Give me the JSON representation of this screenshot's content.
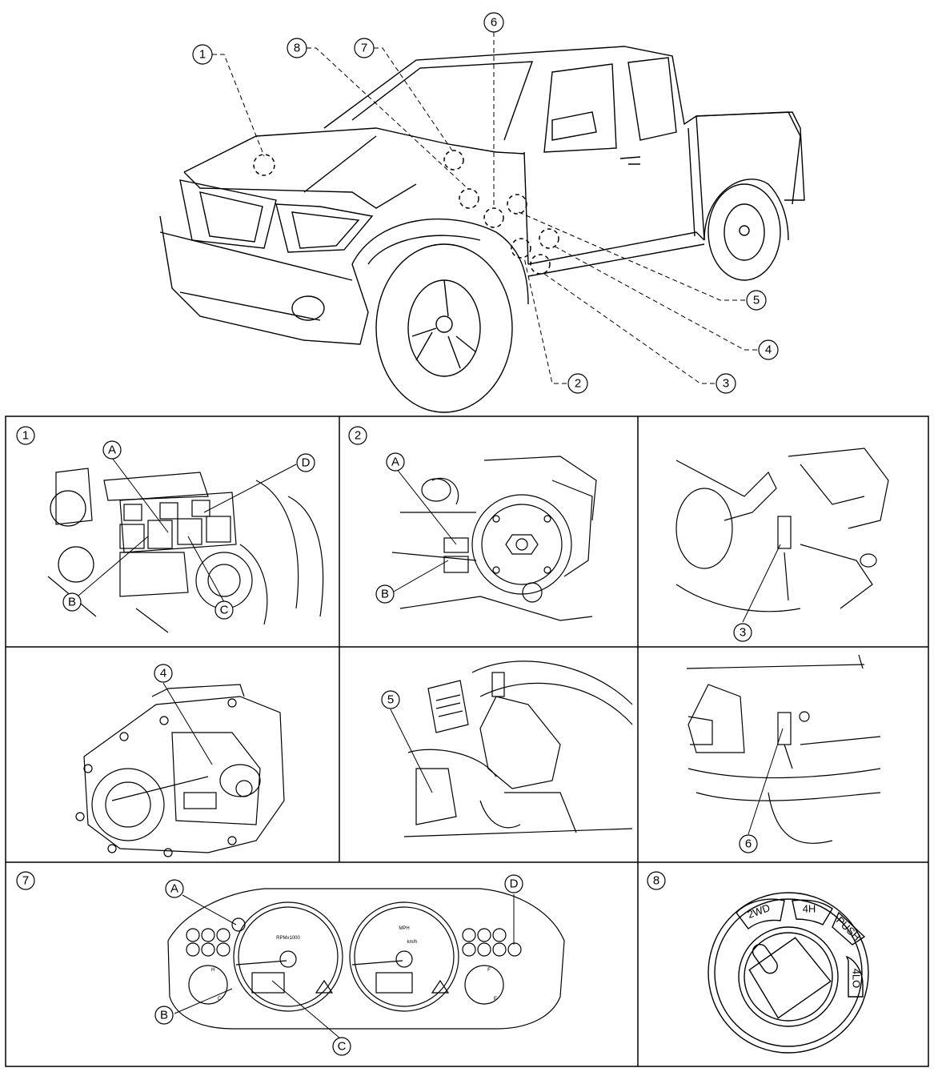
{
  "overview": {
    "callouts": [
      "1",
      "2",
      "3",
      "4",
      "5",
      "6",
      "7",
      "8"
    ]
  },
  "panels": {
    "p1": {
      "number": "1",
      "labels": [
        "A",
        "B",
        "C",
        "D"
      ]
    },
    "p2": {
      "number": "2",
      "labels": [
        "A",
        "B"
      ]
    },
    "p3": {
      "number": "3"
    },
    "p4": {
      "number": "4"
    },
    "p5": {
      "number": "5"
    },
    "p6": {
      "number": "6"
    },
    "p7": {
      "number": "7",
      "labels": [
        "A",
        "B",
        "C",
        "D"
      ],
      "tach_text": "RPMx1000",
      "speedo_text_1": "MPH",
      "speedo_text_2": "km/h",
      "temp_gauge": {
        "h": "H",
        "c": "C"
      },
      "fuel_gauge": {
        "f": "F",
        "e": "E"
      }
    },
    "p8": {
      "number": "8",
      "buttons": [
        "2WD",
        "4H",
        "PUSH",
        "4LO"
      ]
    }
  }
}
